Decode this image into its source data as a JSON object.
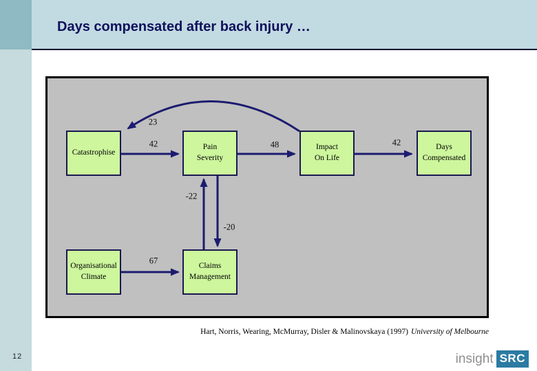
{
  "slide": {
    "title": "Days compensated after back injury …",
    "page_number": "12",
    "citation": {
      "authors": "Hart, Norris, Wearing, McMurray, Disler & Malinovskaya (1997)",
      "institution": "University of Melbourne"
    }
  },
  "diagram": {
    "nodes": {
      "catastrophise": "Catastrophise",
      "pain_severity": "Pain\nSeverity",
      "impact_on_life": "Impact\nOn Life",
      "days_compensated": "Days\nCompensated",
      "organisational_climate": "Organisational\nClimate",
      "claims_management": "Claims\nManagement"
    },
    "edge_labels": {
      "impact_to_catastrophise": "23",
      "catastrophise_to_pain": "42",
      "pain_to_impact": "48",
      "impact_to_days": "42",
      "claims_to_pain": "-22",
      "pain_to_claims": "-20",
      "org_to_claims": "67"
    }
  },
  "logo": {
    "insight": "insight",
    "src": "SRC"
  },
  "colors": {
    "accent_navy": "#15156a",
    "node_fill": "#cdf69d",
    "node_border": "#191950",
    "diagram_bg": "#c0c0c0",
    "titlebar_bg": "#c2dae1",
    "sidebar_bg": "#c5dbde",
    "corner_square": "#8fb9c3",
    "logo_box": "#2b7ba2"
  }
}
